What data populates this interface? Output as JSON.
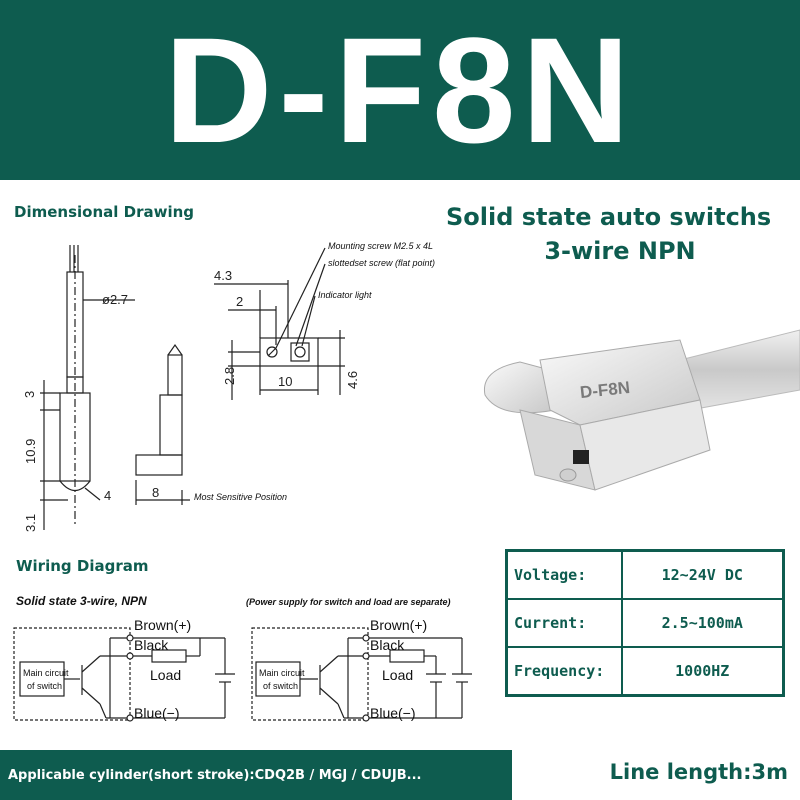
{
  "header": {
    "title": "D-F8N"
  },
  "drawing": {
    "label": "Dimensional Drawing",
    "dims": {
      "cable_dia": "ø2.7",
      "d3": "3",
      "d10_9": "10.9",
      "d3_1": "3.1",
      "d4": "4",
      "d8": "8",
      "d4_3": "4.3",
      "d2": "2",
      "d2_8": "2.8",
      "d10": "10",
      "d4_6": "4.6"
    },
    "callouts": {
      "mounting_screw": "Mounting screw M2.5 x 4L",
      "slotted_screw": "slottedset screw (flat point)",
      "indicator": "Indicator light",
      "sensitive": "Most Sensitive Position"
    }
  },
  "solution": {
    "title_line1": "Solid state auto switchs",
    "title_line2": "3-wire NPN"
  },
  "product": {
    "body_text": "D-F8N"
  },
  "wiring": {
    "label": "Wiring Diagram",
    "left_title": "Solid state 3-wire, NPN",
    "right_title": "(Power supply for switch and load are separate)",
    "brown": "Brown(+)",
    "black": "Black",
    "load": "Load",
    "blue": "Blue(−)",
    "main1": "Main circuit",
    "main2": "of switch"
  },
  "specs": [
    {
      "label": "Voltage:",
      "value": "12~24V DC"
    },
    {
      "label": "Current:",
      "value": "2.5~100mA"
    },
    {
      "label": "Frequency:",
      "value": "1000HZ"
    }
  ],
  "footer": {
    "applicable": "Applicable cylinder(short stroke):CDQ2B / MGJ / CDUJB...",
    "line_length": "Line length:3m"
  },
  "colors": {
    "brand": "#0e5c4f"
  }
}
